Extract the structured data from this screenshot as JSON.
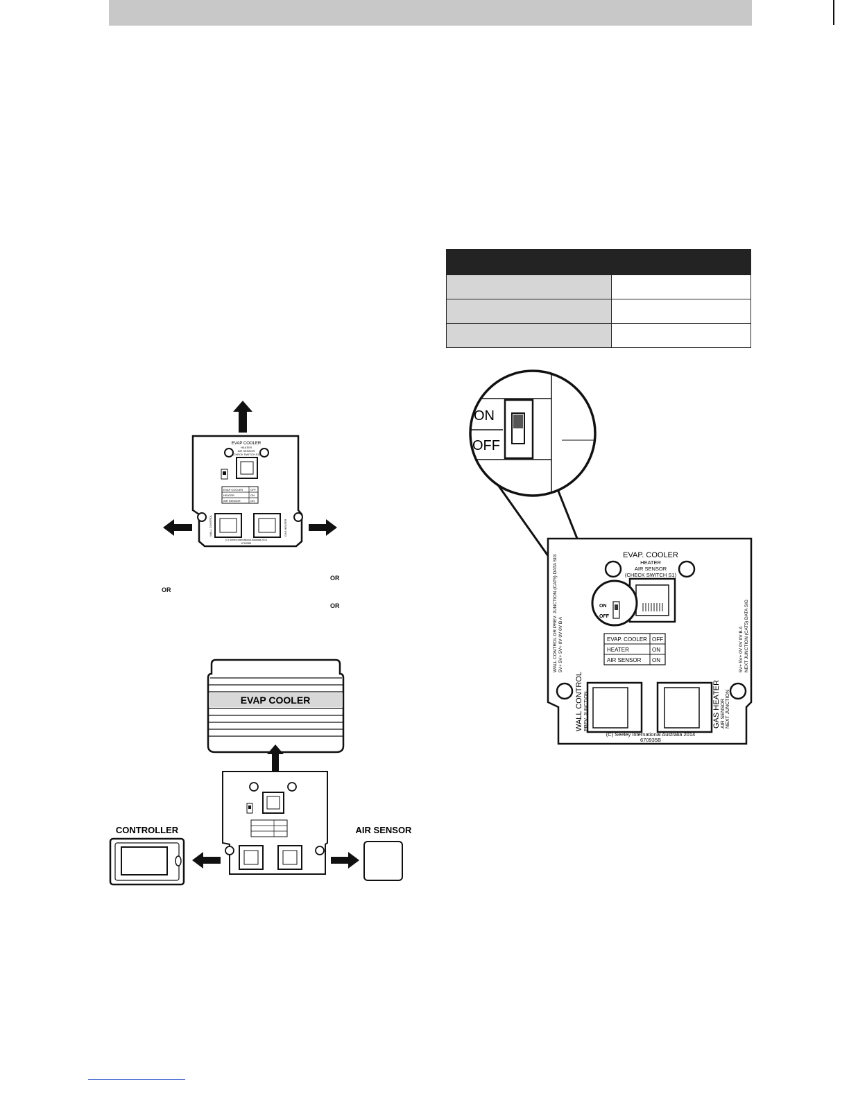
{
  "switch_table": {
    "rows": [
      {
        "device": "",
        "setting": ""
      },
      {
        "device": "",
        "setting": ""
      },
      {
        "device": "",
        "setting": ""
      }
    ]
  },
  "or_labels": [
    "OR",
    "OR",
    "OR"
  ],
  "board_small": {
    "title": "EVAP COOLER",
    "subtitle1": "HEATER",
    "subtitle2": "AIR SENSOR",
    "subtitle3": "(CHECK SWITCH S1)",
    "rows": [
      {
        "device": "EVAP COOLER",
        "state": "OFF"
      },
      {
        "device": "HEATER",
        "state": "ON"
      },
      {
        "device": "AIR SENSOR",
        "state": "ON"
      }
    ],
    "left_port": "WALL CONTROL",
    "right_port": "GAS HEATER",
    "copyright": "(C) Seeley International Australia 2014",
    "part": "670935B"
  },
  "board_large": {
    "title": "EVAP. COOLER",
    "subtitle1": "HEATER",
    "subtitle2": "AIR SENSOR",
    "subtitle3": "(CHECK SWITCH S1)",
    "switch_on": "ON",
    "switch_off": "OFF",
    "rows": [
      {
        "device": "EVAP. COOLER",
        "state": "OFF"
      },
      {
        "device": "HEATER",
        "state": "ON"
      },
      {
        "device": "AIR SENSOR",
        "state": "ON"
      }
    ],
    "left_port": "WALL CONTROL",
    "left_port_sub": "PREV. JUNCTION",
    "right_port": "GAS HEATER",
    "right_port_sub1": "AIR SENSOR",
    "right_port_sub2": "NEXT JUNCTION",
    "copyright": "(C) Seeley International Australia 2014",
    "part": "670935B",
    "left_edge_pins": "5V+    5V+    5V+    0V    0V    0V    B    A",
    "left_edge_label": "WALL CONTROL OR PREV. JUNCTION (CAT5)   DATA SIG",
    "right_edge_pins": "5V+    5V+    0V    0V    0V    B    A",
    "right_edge_label": "NEXT JUNCTION (CAT5)   DATA SIG"
  },
  "zoom": {
    "on": "ON",
    "off": "OFF"
  },
  "bottom_diagram": {
    "evap_cooler": "EVAP COOLER",
    "controller": "CONTROLLER",
    "air_sensor": "AIR SENSOR"
  }
}
